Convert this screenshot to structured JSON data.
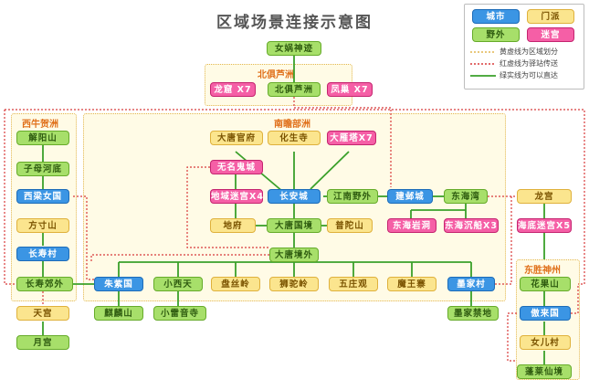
{
  "title": "区域场景连接示意图",
  "legend": {
    "city": "城市",
    "sect": "门派",
    "wild": "野外",
    "dungeon": "迷宫",
    "yellow_line": "黄虚线为区域划分",
    "red_line": "红虚线为驿站传送",
    "green_line": "绿实线为可以直达"
  },
  "colors": {
    "city": "#3b95e4",
    "sect": "#fbe58e",
    "wild": "#a7df6a",
    "dungeon": "#f55fa6",
    "green_line": "#3aa02a",
    "red_line": "#d83a3a",
    "yellow_line": "#e2b650"
  },
  "zones": {
    "beijuluzhou": "北俱芦洲",
    "nanzhanbuzhou": "南瞻部洲",
    "xiniuhezhou": "西牛贺洲",
    "dongshengshenzhou": "东胜神州"
  },
  "nodes": {
    "nuwa": "女娲神迹",
    "longku": "龙窟 X7",
    "beijuluzhou": "北俱芦洲",
    "fengchao": "凤巢 X7",
    "jieyangshan": "解阳山",
    "zimuhedi": "子母河底",
    "xiliangnvguo": "西梁女国",
    "fangcunshan": "方寸山",
    "changshoucun": "长寿村",
    "changshoujiaowai": "长寿郊外",
    "tiangong": "天宫",
    "yuegong": "月宫",
    "datangguanfu": "大唐官府",
    "huashengsi": "化生寺",
    "dayanta": "大雁塔X7",
    "wumingguicheng": "无名鬼城",
    "difumigong": "地域迷宫X4",
    "changancheng": "长安城",
    "jiangnanyewai": "江南野外",
    "jianyecheng": "建邺城",
    "donghaiwan": "东海湾",
    "difu": "地府",
    "datangguojing": "大唐国境",
    "putuoshan": "普陀山",
    "donghaiyandong": "东海岩洞",
    "donghaichenchuan": "东海沉船X3",
    "datangjingwai": "大唐境外",
    "zhuziguo": "朱紫国",
    "xiaoxitian": "小西天",
    "pansiling": "盘丝岭",
    "shituoling": "狮驼岭",
    "wuzhuangguan": "五庄观",
    "mowangzhai": "魔王寨",
    "mojiacun": "墨家村",
    "qilinshan": "麒麟山",
    "xiaoleiyinsi": "小雷音寺",
    "mojiajindi": "墨家禁地",
    "longgong": "龙宫",
    "haidimigong": "海底迷宫X5",
    "huaguoshan": "花果山",
    "aolaiguo": "傲来国",
    "nverecun": "女儿村",
    "penglaixianjing": "蓬莱仙境"
  }
}
